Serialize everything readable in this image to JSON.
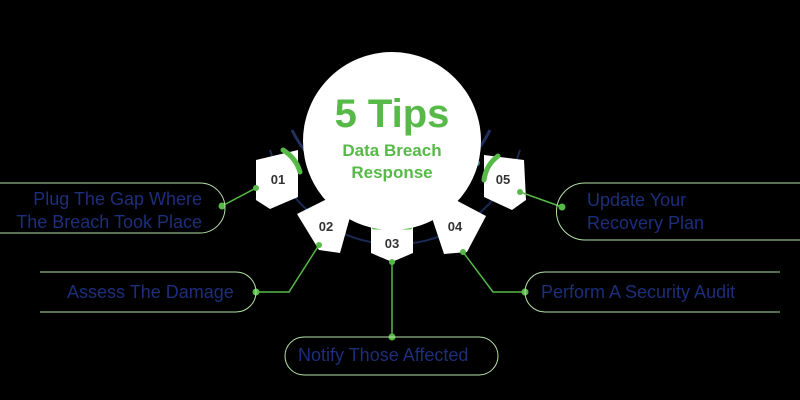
{
  "header": {
    "title": "5 Tips",
    "subtitle_line1": "Data Breach",
    "subtitle_line2": "Response"
  },
  "tips": [
    {
      "number": "01",
      "text_line1": "Plug The Gap Where",
      "text_line2": "The Breach Took Place"
    },
    {
      "number": "02",
      "text_line1": "Assess The Damage",
      "text_line2": ""
    },
    {
      "number": "03",
      "text_line1": "Notify Those Affected",
      "text_line2": ""
    },
    {
      "number": "04",
      "text_line1": "Perform A Security Audit",
      "text_line2": ""
    },
    {
      "number": "05",
      "text_line1": "Update Your",
      "text_line2": "Recovery Plan"
    }
  ],
  "colors": {
    "background": "#000000",
    "accent_green": "#57b947",
    "label_text": "#1d2e7a",
    "arc_navy": "#1b2a55",
    "tab_white": "#ffffff"
  }
}
